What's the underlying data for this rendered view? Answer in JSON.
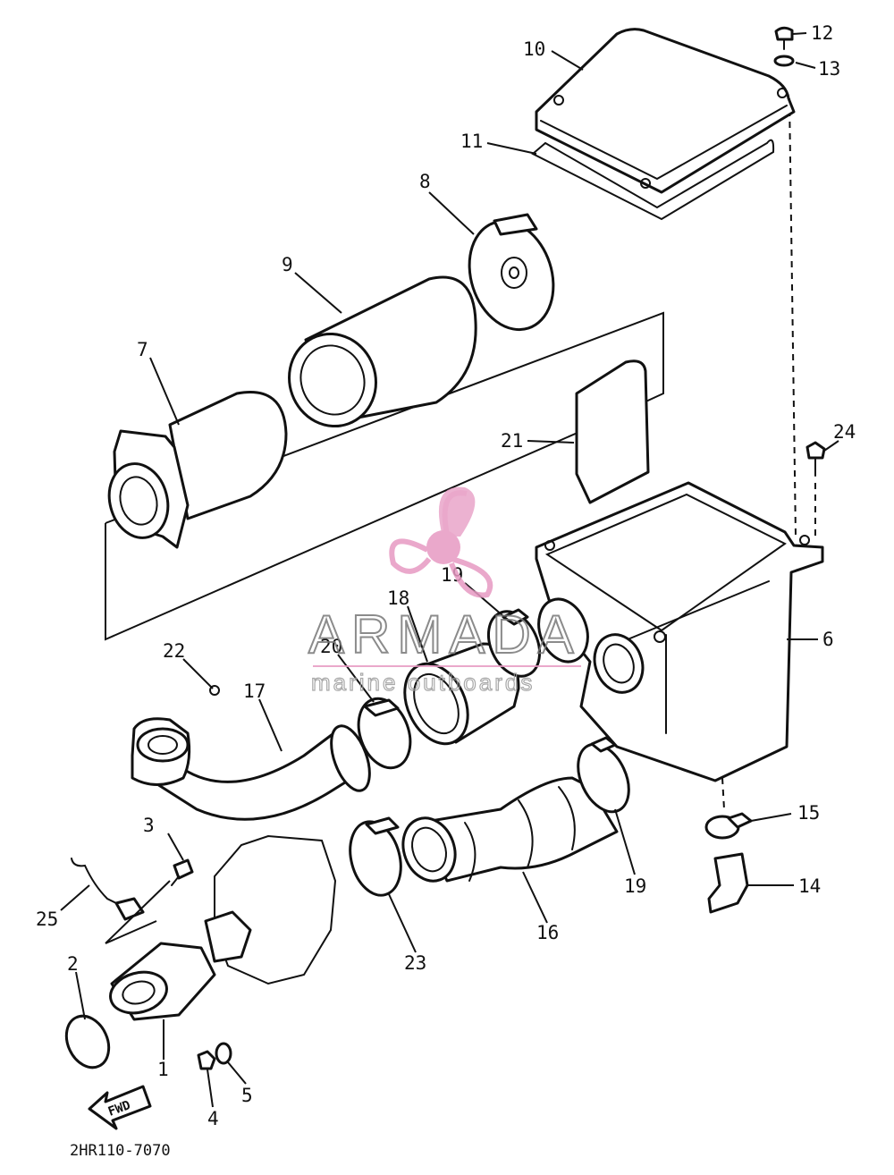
{
  "diagram": {
    "callouts": {
      "c1": "1",
      "c2": "2",
      "c3": "3",
      "c4": "4",
      "c5": "5",
      "c6": "6",
      "c7": "7",
      "c8": "8",
      "c9": "9",
      "c10": "10",
      "c11": "11",
      "c12": "12",
      "c13": "13",
      "c14": "14",
      "c15": "15",
      "c16": "16",
      "c17": "17",
      "c18": "18",
      "c19a": "19",
      "c19b": "19",
      "c20": "20",
      "c21": "21",
      "c22": "22",
      "c23": "23",
      "c24": "24",
      "c25": "25"
    },
    "fwd_label": "FWD",
    "drawing_code": "2HR110-7070"
  },
  "watermark": {
    "brand": "ARMADA",
    "tagline": "marine outboards",
    "color": "#e79ac3"
  }
}
